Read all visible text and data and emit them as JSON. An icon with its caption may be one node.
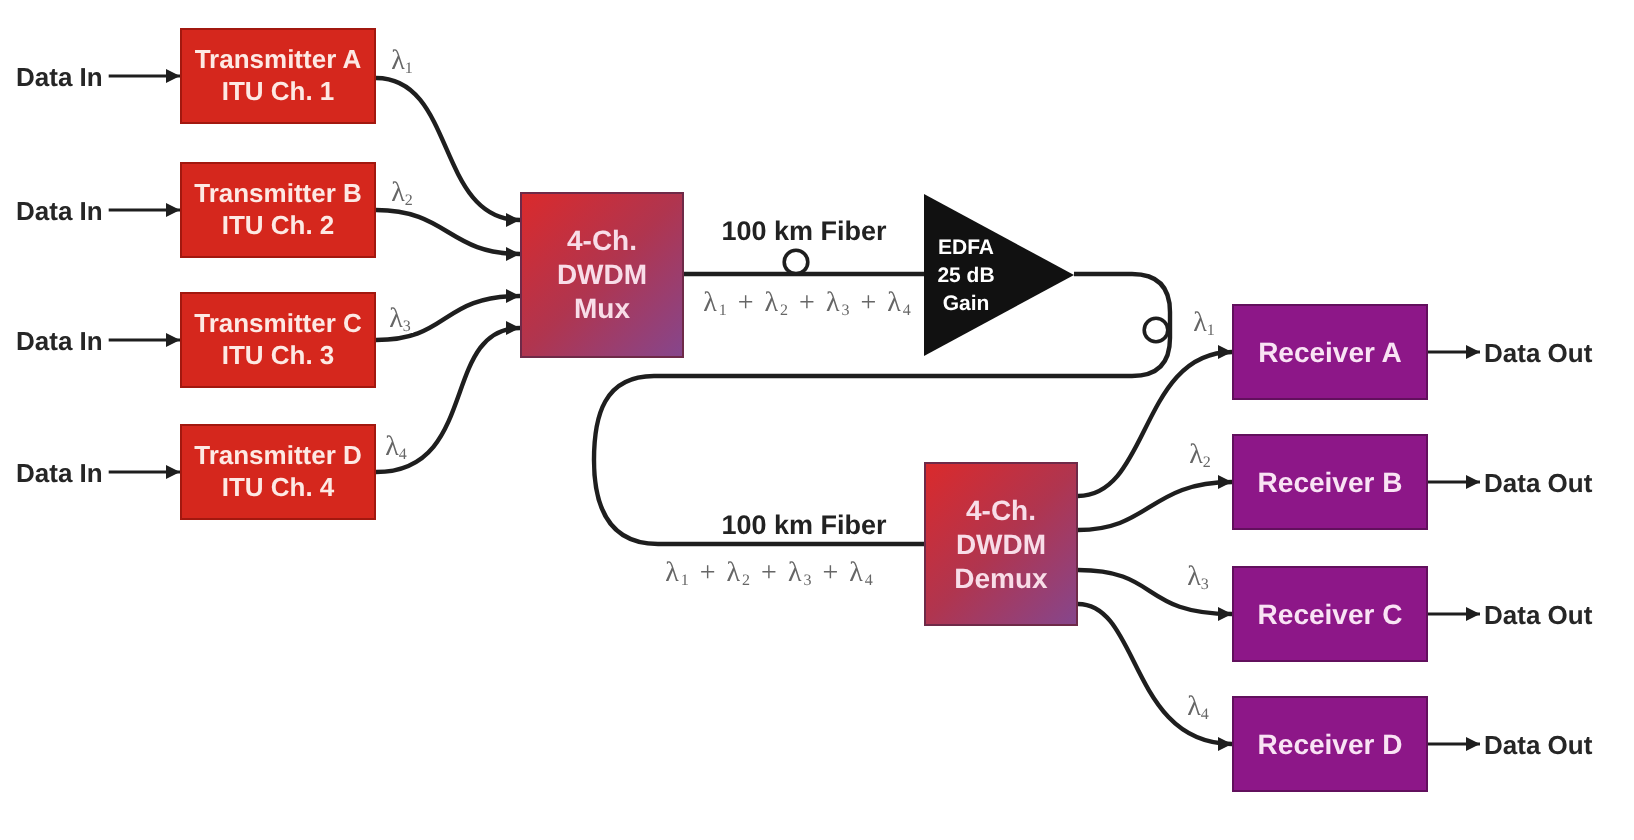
{
  "diagram": {
    "nodes": [
      {
        "text": [
          "Data In"
        ]
      },
      {
        "text": [
          "Data In"
        ]
      },
      {
        "text": [
          "Data In"
        ]
      },
      {
        "text": [
          "Data In"
        ]
      },
      {
        "text": [
          "Transmitter A ITU Ch. 1"
        ]
      },
      {
        "text": [
          "Transmitter B ITU Ch. 2"
        ]
      },
      {
        "text": [
          "Transmitter C ITU Ch. 3"
        ]
      },
      {
        "text": [
          "Transmitter D ITU Ch. 4"
        ]
      },
      {
        "text": [
          "4-Ch. DWDM Mux"
        ]
      },
      {
        "text": [
          "EDFA 25 dB Gain"
        ]
      },
      {
        "text": [
          "4-Ch. DWDM Demux"
        ]
      },
      {
        "text": [
          "Receiver A"
        ]
      },
      {
        "text": [
          "Receiver B"
        ]
      },
      {
        "text": [
          "Receiver C"
        ]
      },
      {
        "text": [
          "Receiver D"
        ]
      },
      {
        "text": [
          "Data Out"
        ]
      },
      {
        "text": [
          "Data Out"
        ]
      },
      {
        "text": [
          "Data Out"
        ]
      },
      {
        "text": [
          "Data Out"
        ]
      }
    ],
    "edges": [
      {
        "from": 0,
        "to": 4,
        "arrow": "to"
      },
      {
        "from": 1,
        "to": 5,
        "arrow": "to"
      },
      {
        "from": 2,
        "to": 6,
        "arrow": "to"
      },
      {
        "from": 3,
        "to": 7,
        "arrow": "to"
      },
      {
        "from": 4,
        "to": 8,
        "arrow": "to",
        "label": "λ$_{1}$"
      },
      {
        "from": 5,
        "to": 8,
        "arrow": "to",
        "label": "λ$_{2}$"
      },
      {
        "from": 6,
        "to": 8,
        "arrow": "to",
        "label": "λ$_{3}$"
      },
      {
        "from": 7,
        "to": 8,
        "arrow": "to",
        "label": "λ$_{4}$"
      },
      {
        "from": 8,
        "to": 9,
        "arrow": "none",
        "label": "100 km Fiber"
      },
      {
        "from": 9,
        "to": 10,
        "arrow": "none",
        "label": "100 km Fiber"
      },
      {
        "from": 10,
        "to": 11,
        "arrow": "to",
        "label": "λ$_{1}$"
      },
      {
        "from": 10,
        "to": 12,
        "arrow": "to",
        "label": "λ$_{2}$"
      },
      {
        "from": 10,
        "to": 13,
        "arrow": "to",
        "label": "λ$_{3}$"
      },
      {
        "from": 10,
        "to": 14,
        "arrow": "to",
        "label": "λ$_{4}$"
      },
      {
        "from": 11,
        "to": 15,
        "arrow": "to"
      },
      {
        "from": 12,
        "to": 16,
        "arrow": "to"
      },
      {
        "from": 13,
        "to": 17,
        "arrow": "to"
      },
      {
        "from": 14,
        "to": 18,
        "arrow": "to"
      }
    ],
    "labels": [
      "λ$_{1}$ + λ$_{2}$ + λ$_{3}$ + λ$_{4}$",
      "λ$_{1}$ + λ$_{2}$ + λ$_{3}$ + λ$_{4}$"
    ]
  }
}
